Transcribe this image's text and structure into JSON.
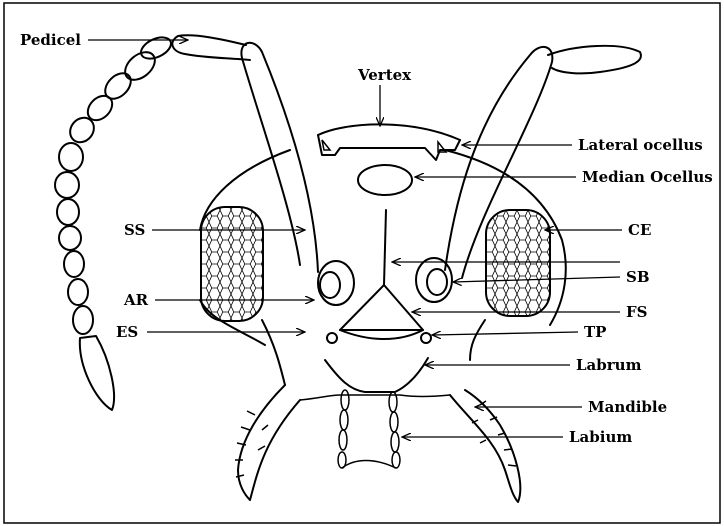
{
  "labels": {
    "pedicel": "Pedicel",
    "vertex": "Vertex",
    "lateral_ocellus": "Lateral ocellus",
    "median_ocellus": "Median Ocellus",
    "ss": "SS",
    "ce": "CE",
    "sb": "SB",
    "ar": "AR",
    "fs": "FS",
    "es": "ES",
    "tp": "TP",
    "labrum": "Labrum",
    "mandible": "Mandible",
    "labium": "Labium"
  },
  "colors": {
    "ink": "#000000",
    "background": "#ffffff"
  }
}
